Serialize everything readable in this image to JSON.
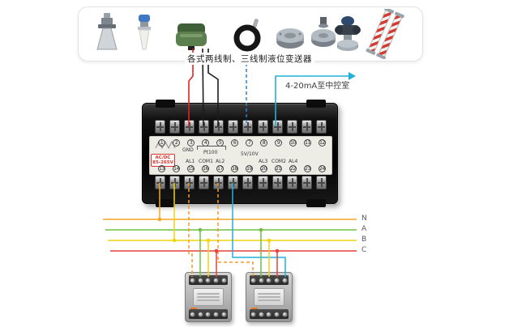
{
  "header": {
    "caption": "各式两线制、三线制液位变送器",
    "output_label": "4-20mA至中控室"
  },
  "device": {
    "top_terminals": [
      "1",
      "2",
      "3",
      "4",
      "5",
      "6",
      "7",
      "8",
      "9",
      "10",
      "11",
      "12"
    ],
    "bottom_terminals": [
      "13",
      "14",
      "15",
      "16",
      "17",
      "18",
      "19",
      "20",
      "21",
      "22",
      "23",
      "24"
    ],
    "labels": {
      "gnd": "GND",
      "pt100": "Pt100",
      "signal": "5V/10V",
      "power_line1": "AC/DC",
      "power_line2": "85-265V",
      "al1": "AL1",
      "com1": "COM1",
      "al2": "AL2",
      "al3": "AL3",
      "com2": "COM2",
      "al4": "AL4"
    }
  },
  "bus": {
    "lines": [
      {
        "label": "N",
        "color": "#f5a623"
      },
      {
        "label": "A",
        "color": "#6fbf44"
      },
      {
        "label": "B",
        "color": "#f2d30f"
      },
      {
        "label": "C",
        "color": "#e8413c"
      }
    ]
  },
  "colors": {
    "red_wire": "#e02424",
    "black_wire": "#1c1c1c",
    "blue_wire": "#2f7fd6",
    "cyan_wire": "#22b1d8",
    "coil_wire": "#f59a23"
  },
  "sensors": {
    "items": [
      "radar-level-sensor",
      "ultrasonic-level-sensor",
      "compact-level-transmitter",
      "signal-cable",
      "flange",
      "flange-transmitter",
      "pressure-transmitter",
      "magnetic-level-gauge"
    ]
  }
}
